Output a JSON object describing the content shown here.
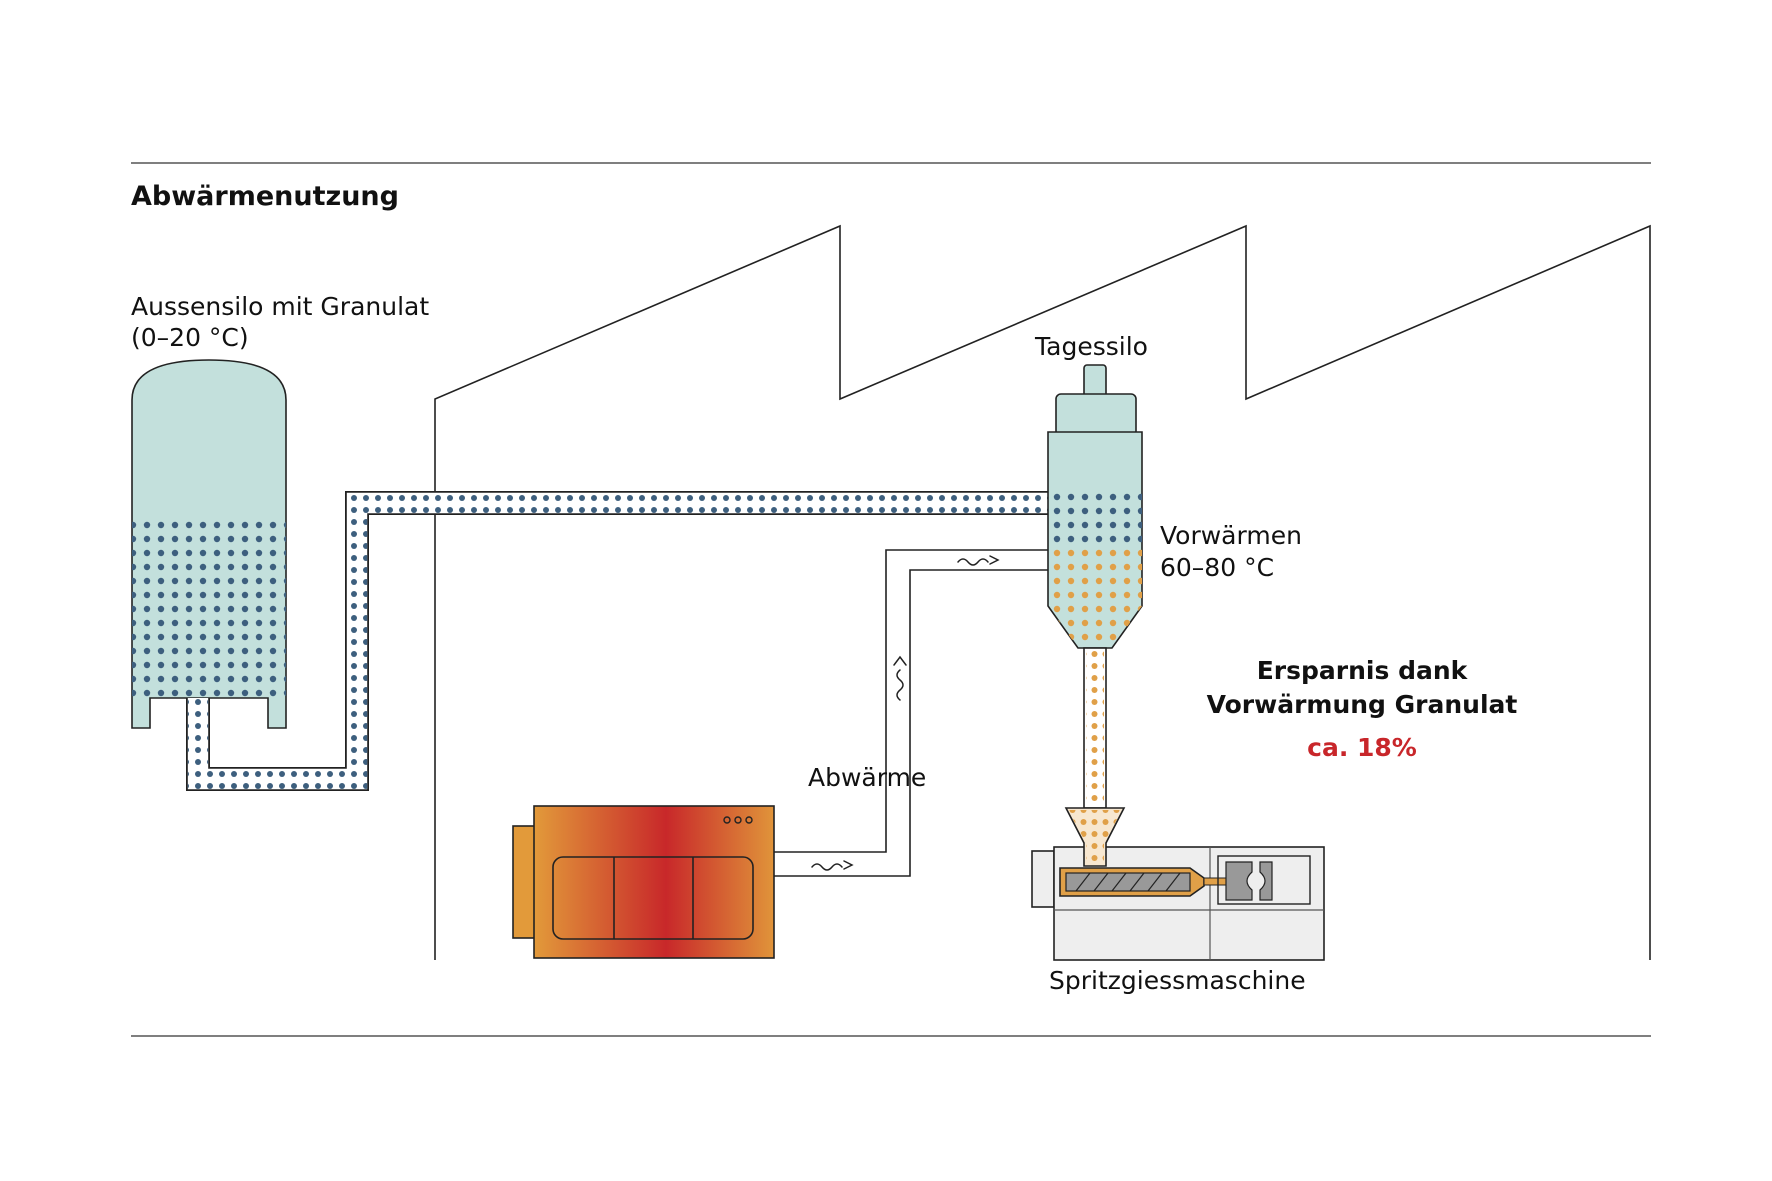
{
  "diagram": {
    "title": "Abwärmenutzung",
    "outer_silo": {
      "label_line1": "Aussensilo mit Granulat",
      "label_line2": "(0–20 °C)"
    },
    "day_silo": {
      "label": "Tagessilo"
    },
    "preheat": {
      "label_line1": "Vorwärmen",
      "label_line2": "60–80 °C"
    },
    "waste_heat": {
      "label": "Abwärme"
    },
    "machine": {
      "label": "Spritzgiessmaschine"
    },
    "savings": {
      "line1": "Ersparnis dank",
      "line2": "Vorwärmung Granulat",
      "value": "ca. 18%"
    }
  },
  "colors": {
    "silo_fill": "#c3e0dc",
    "pellet_cold": "#3d5f7e",
    "pellet_warm": "#e0a048",
    "accent_red": "#c8262a",
    "heater_orange": "#e29a3a",
    "heater_red": "#c8282a",
    "line": "#222222"
  },
  "icons": [
    "heat-wave-icon",
    "vent-dots-icon"
  ]
}
